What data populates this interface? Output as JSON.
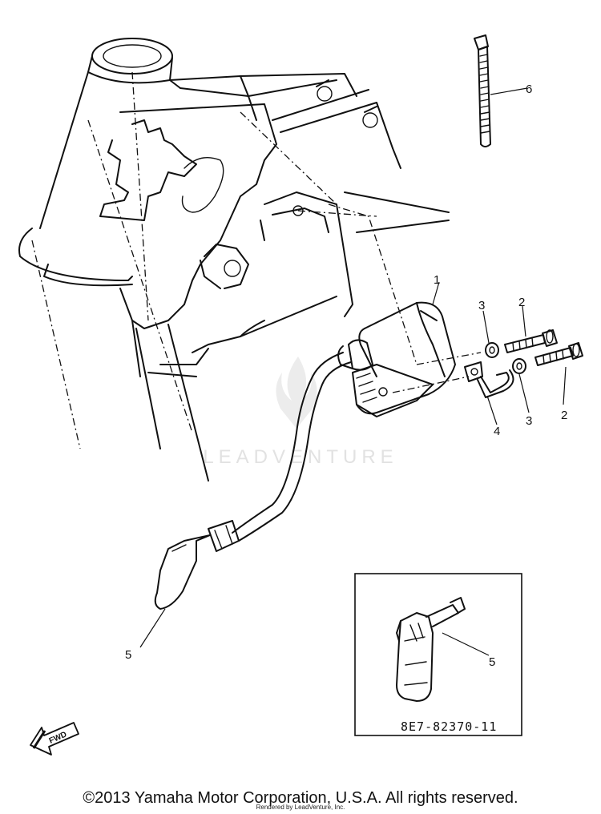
{
  "callouts": {
    "n1": "1",
    "n2a": "2",
    "n2b": "2",
    "n3a": "3",
    "n3b": "3",
    "n4": "4",
    "n5": "5",
    "n5_inset": "5",
    "n6": "6"
  },
  "inset": {
    "part_code": "8E7-82370-11"
  },
  "fwd_arrow": {
    "label": "FWD"
  },
  "watermark": {
    "text": "LEADVENTURE"
  },
  "footer": {
    "copyright": "©2013 Yamaha Motor Corporation, U.S.A. All rights reserved.",
    "rendered_by": "Rendered by LeadVenture, Inc."
  }
}
